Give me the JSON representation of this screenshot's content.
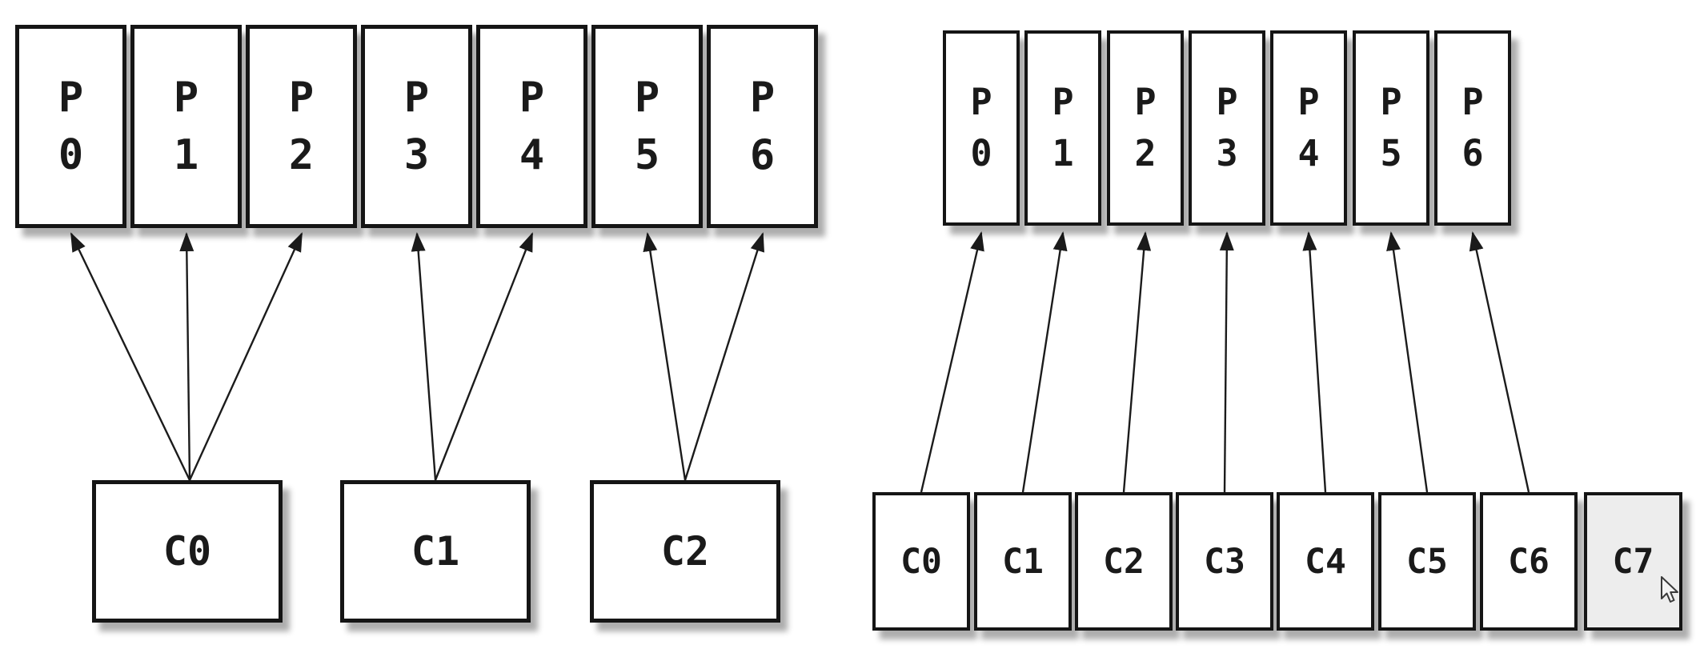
{
  "diagram": {
    "left": {
      "partitions": [
        {
          "letter": "P",
          "number": "0"
        },
        {
          "letter": "P",
          "number": "1"
        },
        {
          "letter": "P",
          "number": "2"
        },
        {
          "letter": "P",
          "number": "3"
        },
        {
          "letter": "P",
          "number": "4"
        },
        {
          "letter": "P",
          "number": "5"
        },
        {
          "letter": "P",
          "number": "6"
        }
      ],
      "consumers": [
        {
          "label": "C0"
        },
        {
          "label": "C1"
        },
        {
          "label": "C2"
        }
      ],
      "assignments": {
        "C0": [
          "P0",
          "P1",
          "P2"
        ],
        "C1": [
          "P3",
          "P4"
        ],
        "C2": [
          "P5",
          "P6"
        ]
      }
    },
    "right": {
      "partitions": [
        {
          "letter": "P",
          "number": "0"
        },
        {
          "letter": "P",
          "number": "1"
        },
        {
          "letter": "P",
          "number": "2"
        },
        {
          "letter": "P",
          "number": "3"
        },
        {
          "letter": "P",
          "number": "4"
        },
        {
          "letter": "P",
          "number": "5"
        },
        {
          "letter": "P",
          "number": "6"
        }
      ],
      "consumers": [
        {
          "label": "C0"
        },
        {
          "label": "C1"
        },
        {
          "label": "C2"
        },
        {
          "label": "C3"
        },
        {
          "label": "C4"
        },
        {
          "label": "C5"
        },
        {
          "label": "C6"
        },
        {
          "label": "C7"
        }
      ],
      "assignments": {
        "C0": [
          "P0"
        ],
        "C1": [
          "P1"
        ],
        "C2": [
          "P2"
        ],
        "C3": [
          "P3"
        ],
        "C4": [
          "P4"
        ],
        "C5": [
          "P5"
        ],
        "C6": [
          "P6"
        ],
        "C7": []
      },
      "idle_consumer": "C7"
    },
    "colors": {
      "background": "#ffffff",
      "box_fill": "#ffffff",
      "box_border": "#151515",
      "idle_consumer_fill": "#ededed",
      "arrow": "#1b1b1b",
      "text": "#1a1a1a"
    },
    "cursor_icon": "mouse-arrow-cursor"
  }
}
